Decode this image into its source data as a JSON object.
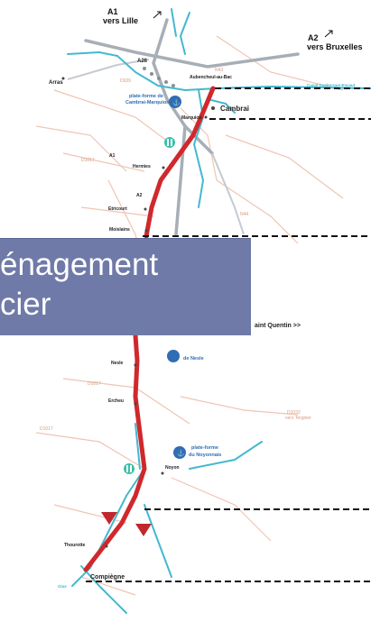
{
  "overlay": {
    "line1": "énagement",
    "line2": "cier",
    "bg_color": "#6f7aa8"
  },
  "colors": {
    "canal_route": "#d0282c",
    "river": "#43b8d0",
    "motorway": "#a7aeb6",
    "secondary_road": "#f0c4b4",
    "platform": "#2f6db5"
  },
  "labels": {
    "a1_top": "A1",
    "vers_lille": "vers Lille",
    "a2": "A2",
    "vers_bruxelles": "vers Bruxelles",
    "arras": "Arras",
    "a26": "A26",
    "d939": "D939",
    "n43": "N43",
    "aubencheul": "Aubencheul-au-Bac",
    "canal_dunkerque": "Canal Dunkerque-Escaut",
    "plateforme_cambrai_1": "plate-forme de",
    "plateforme_cambrai_2": "Cambrai-Marquion",
    "cambrai": "Cambrai",
    "marquion": "Marquion",
    "d1017_north": "D1017",
    "a1_mid": "A1",
    "hermies": "Hermies",
    "a2_mid": "A2",
    "etricourt": "Etricourt",
    "n44": "N44",
    "moislains": "Moislains",
    "saint_quentin": "aint Quentin >>",
    "plateforme_nesle": "de Nesle",
    "nesle": "Nesle",
    "d1017_mid": "D1017",
    "ercheu": "Ercheu",
    "d1017_south": "D1017",
    "d1032_1": "D1032",
    "d1032_2": "vers Tergnier",
    "plateforme_noyon_1": "plate-forme",
    "plateforme_noyon_2": "du Noyonnais",
    "noyon": "Noyon",
    "thourotte": "Thourotte",
    "compiegne": "Compiègne",
    "oise": "Oise"
  }
}
